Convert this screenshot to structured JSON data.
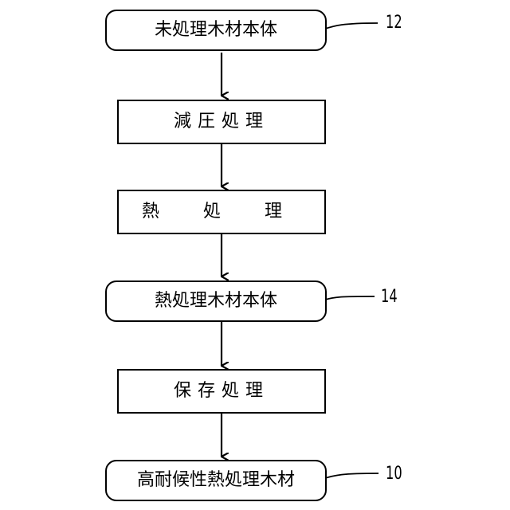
{
  "flow": {
    "start": {
      "label": "未処理木材本体",
      "ref": "12"
    },
    "step1": {
      "label": "減圧処理"
    },
    "step2": {
      "label": "熱 処 理"
    },
    "intermediate": {
      "label": "熱処理木材本体",
      "ref": "14"
    },
    "step3": {
      "label": "保存処理"
    },
    "end": {
      "label": "高耐候性熱処理木材",
      "ref": "10"
    }
  }
}
